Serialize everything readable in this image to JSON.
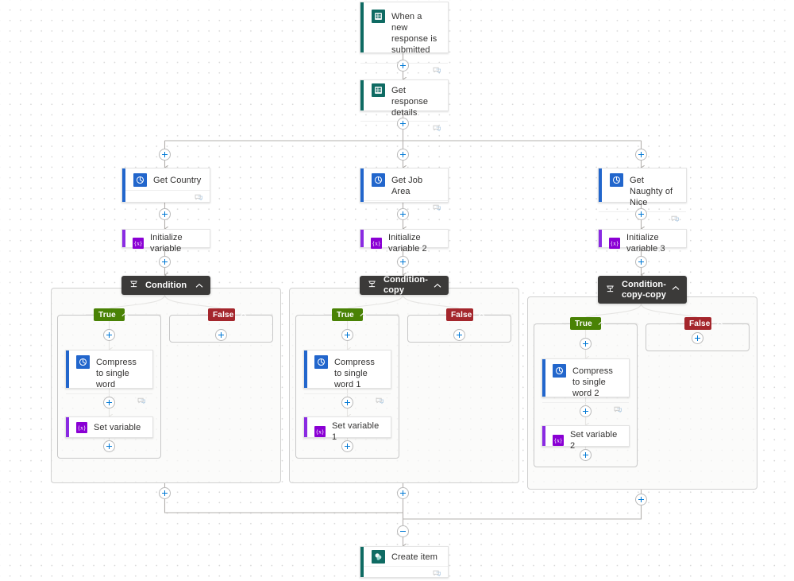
{
  "app": {
    "name": "Power Automate flow designer canvas"
  },
  "nodes": [
    {
      "id": "trigger",
      "label": "When a new response is submitted",
      "icon": "forms-icon",
      "accent": "#0f6b63",
      "iconbg": "#0f6b63",
      "kind": "action"
    },
    {
      "id": "getresponse",
      "label": "Get response details",
      "icon": "forms-icon",
      "accent": "#0f6b63",
      "iconbg": "#0f6b63",
      "kind": "action"
    },
    {
      "id": "getcountry",
      "label": "Get Country",
      "icon": "openai-icon",
      "accent": "#2266cc",
      "iconbg": "#2266cc",
      "kind": "action"
    },
    {
      "id": "getjobarea",
      "label": "Get Job Area",
      "icon": "openai-icon",
      "accent": "#2266cc",
      "iconbg": "#2266cc",
      "kind": "action"
    },
    {
      "id": "getnaughty",
      "label": "Get Naughty of Nice",
      "icon": "openai-icon",
      "accent": "#2266cc",
      "iconbg": "#2266cc",
      "kind": "action"
    },
    {
      "id": "initvar",
      "label": "Initialize variable",
      "icon": "variable-icon",
      "accent": "#8a2be2",
      "iconbg": "#8a00d4",
      "kind": "variable"
    },
    {
      "id": "initvar2",
      "label": "Initialize variable 2",
      "icon": "variable-icon",
      "accent": "#8a2be2",
      "iconbg": "#8a00d4",
      "kind": "variable"
    },
    {
      "id": "initvar3",
      "label": "Initialize variable 3",
      "icon": "variable-icon",
      "accent": "#8a2be2",
      "iconbg": "#8a00d4",
      "kind": "variable"
    },
    {
      "id": "compress",
      "label": "Compress to single word",
      "icon": "openai-icon",
      "accent": "#2266cc",
      "iconbg": "#2266cc",
      "kind": "action"
    },
    {
      "id": "compress1",
      "label": "Compress to single word 1",
      "icon": "openai-icon",
      "accent": "#2266cc",
      "iconbg": "#2266cc",
      "kind": "action"
    },
    {
      "id": "compress2",
      "label": "Compress to single word 2",
      "icon": "openai-icon",
      "accent": "#2266cc",
      "iconbg": "#2266cc",
      "kind": "action"
    },
    {
      "id": "setvar",
      "label": "Set variable",
      "icon": "variable-icon",
      "accent": "#8a2be2",
      "iconbg": "#8a00d4",
      "kind": "variable"
    },
    {
      "id": "setvar1",
      "label": "Set variable 1",
      "icon": "variable-icon",
      "accent": "#8a2be2",
      "iconbg": "#8a00d4",
      "kind": "variable"
    },
    {
      "id": "setvar2",
      "label": "Set variable 2",
      "icon": "variable-icon",
      "accent": "#8a2be2",
      "iconbg": "#8a00d4",
      "kind": "variable"
    },
    {
      "id": "createitem",
      "label": "Create item",
      "icon": "sharepoint-icon",
      "accent": "#0f6b63",
      "iconbg": "#0f6b63",
      "kind": "action"
    }
  ],
  "conditions": [
    {
      "id": "condition",
      "label": "Condition",
      "icon": "condition-icon",
      "chevron": "chevron-up-icon"
    },
    {
      "id": "conditioncopy",
      "label": "Condition-copy",
      "icon": "condition-icon",
      "chevron": "chevron-up-icon"
    },
    {
      "id": "conditioncopy2",
      "label": "Condition-copy-copy",
      "icon": "condition-icon",
      "chevron": "chevron-up-icon"
    }
  ],
  "branch_labels": {
    "true": "True",
    "false": "False"
  },
  "colors": {
    "true_badge": "#498205",
    "false_badge": "#a4262c",
    "condition_header": "#3b3a39",
    "accent_blue": "#0078d4",
    "edge": "#b3b0ad",
    "openai": "#2266cc",
    "variable": "#8a00d4",
    "teal": "#0f6b63"
  },
  "icons": {
    "plus": "plus-icon",
    "minus": "minus-icon",
    "comment": "comment-icon"
  }
}
